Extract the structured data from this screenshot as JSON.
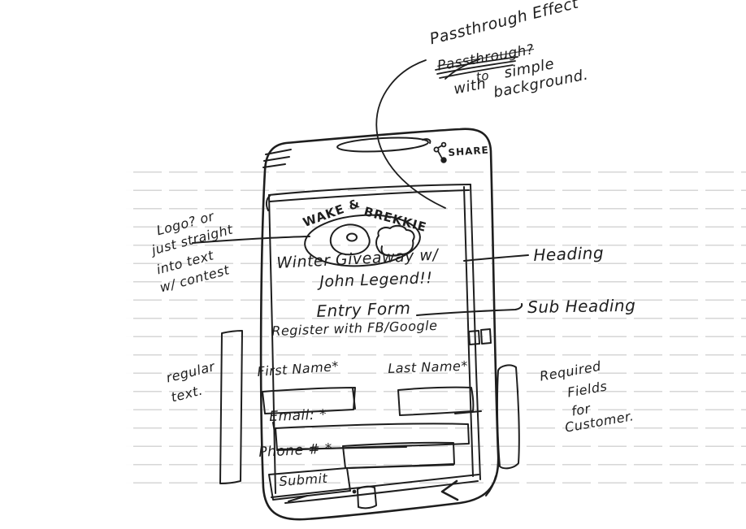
{
  "notes": {
    "passthrough": {
      "line1": "Passthrough Effect",
      "scratched": "Passthrough?",
      "to_word": "to",
      "with_word": "with",
      "simple_word": "simple",
      "background_word": "background."
    },
    "logo_note": {
      "l1": "Logo? or",
      "l2": "just straight",
      "l3": "into text",
      "l4": "w/ contest"
    },
    "heading_label": "Heading",
    "subheading_label": "Sub Heading",
    "regular_text": {
      "l1": "regular",
      "l2": "text."
    },
    "required_note": {
      "l1": "Required",
      "l2": "Fields",
      "l3": "for",
      "l4": "Customer."
    }
  },
  "phone": {
    "share_label": "SHARE",
    "logo": {
      "left": "WAKE &",
      "right": "BREKKIE"
    },
    "heading": {
      "l1": "Winter Giveaway w/",
      "l2": "John Legend!!"
    },
    "subheading": "Entry Form",
    "register_label": "Register with FB/Google",
    "form": {
      "first_name": "First Name*",
      "last_name": "Last Name*",
      "email": "Email: *",
      "phone": "Phone # *",
      "submit": "Submit"
    }
  },
  "colors": {
    "ink": "#1e1e1e",
    "paper": "#ffffff",
    "rule": "#b8b8b8"
  }
}
